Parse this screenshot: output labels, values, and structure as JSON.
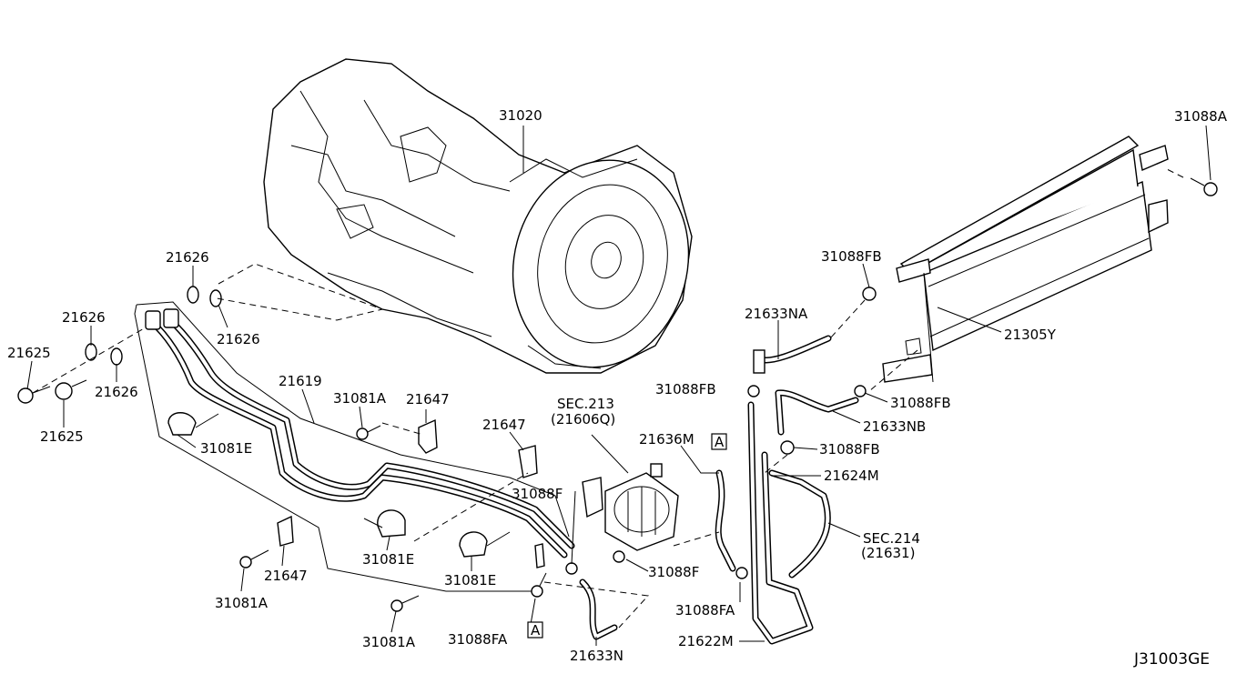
{
  "diagram_id": "J31003GE",
  "labels": {
    "l31020": "31020",
    "l31088A": "31088A",
    "l31088FB_1": "31088FB",
    "l21633NA": "21633NA",
    "l21305Y": "21305Y",
    "l31088FB_2": "31088FB",
    "l31088FB_3": "31088FB",
    "l21633NB": "21633NB",
    "l31088FB_4": "31088FB",
    "l21624M": "21624M",
    "l21636M": "21636M",
    "sec214": "SEC.214",
    "sec214_ref": "(21631)",
    "l31088FA_1": "31088FA",
    "l31088F_1": "31088F",
    "l21622M": "21622M",
    "sec213": "SEC.213",
    "sec213_ref": "(21606Q)",
    "l31088F_2": "31088F",
    "l21647_1": "21647",
    "l21647_2": "21647",
    "l21647_3": "21647",
    "l31081A_1": "31081A",
    "l31081A_2": "31081A",
    "l31081A_3": "31081A",
    "l21619": "21619",
    "l21626_1": "21626",
    "l21626_2": "21626",
    "l21626_3": "21626",
    "l21626_4": "21626",
    "l21625_1": "21625",
    "l21625_2": "21625",
    "l31081E_1": "31081E",
    "l31081E_2": "31081E",
    "l31081E_3": "31081E",
    "l31088FA_2": "31088FA",
    "l21633N": "21633N",
    "ref_A_1": "A",
    "ref_A_2": "A"
  }
}
